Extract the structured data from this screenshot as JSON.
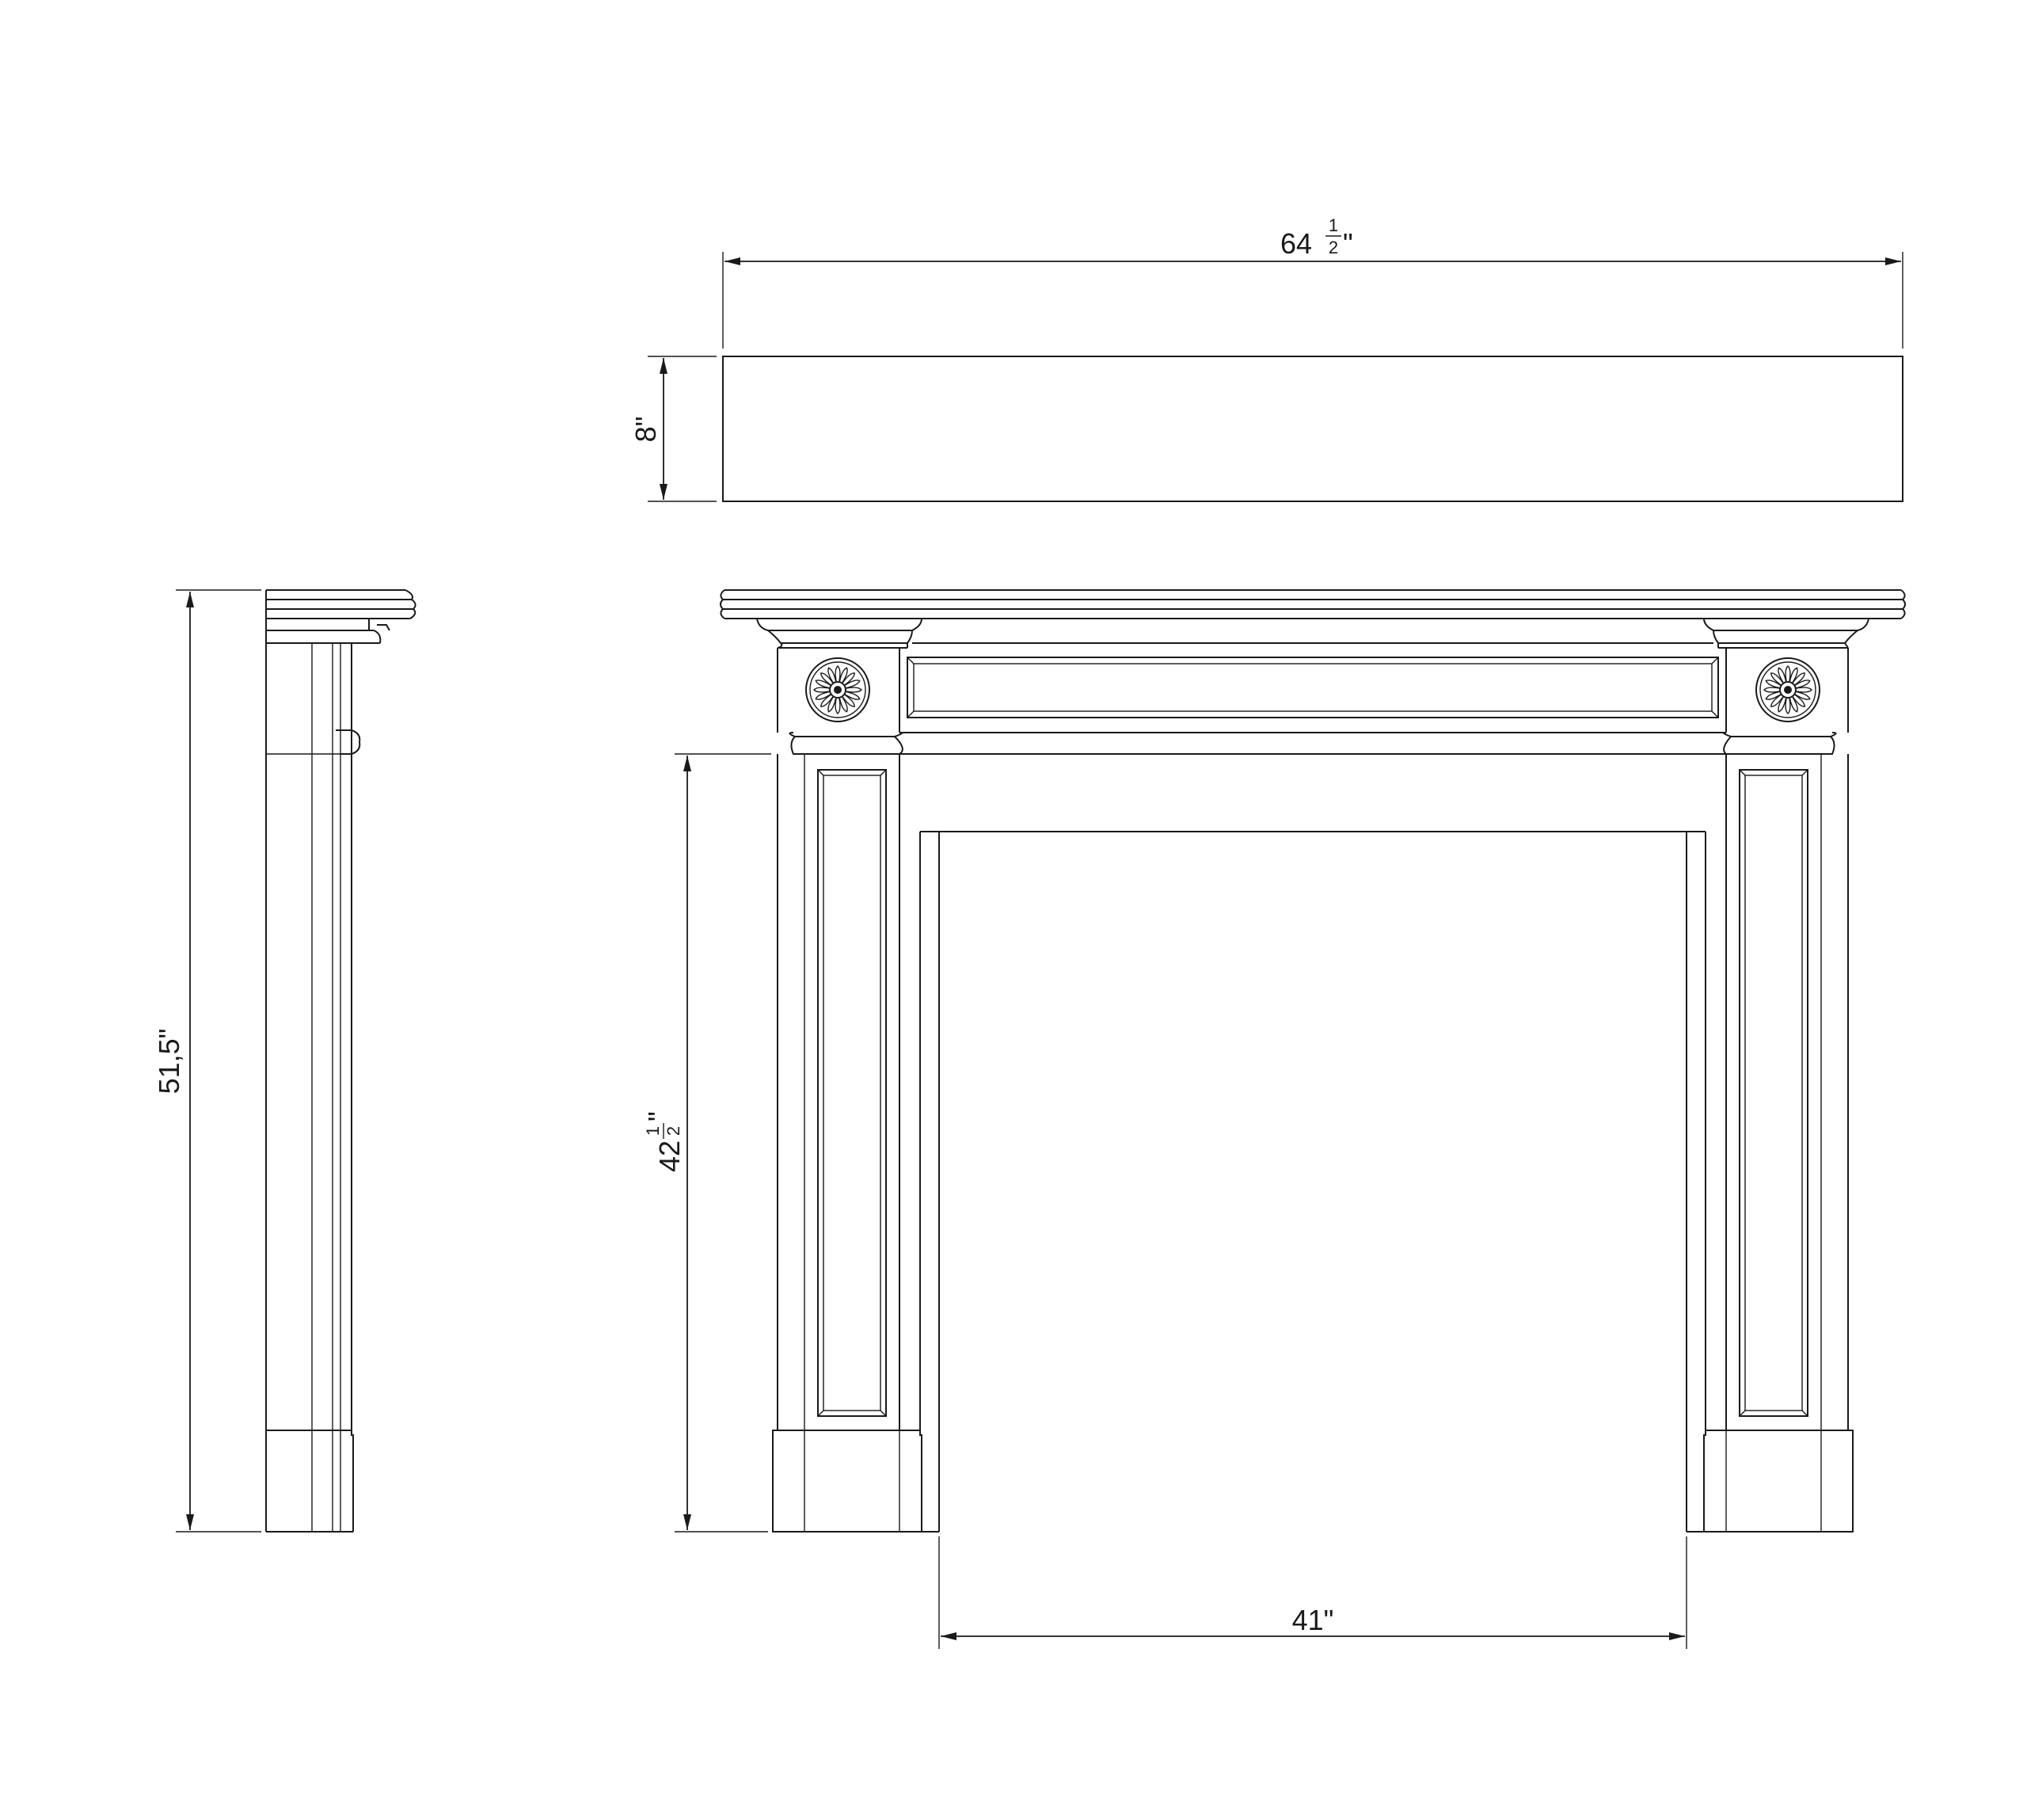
{
  "dimensions": {
    "overall_width": {
      "whole": "64",
      "fraction_num": "1",
      "fraction_den": "2",
      "unit": "\""
    },
    "shelf_height": {
      "text": "8\""
    },
    "overall_height": {
      "text": "51,5\""
    },
    "opening_height": {
      "whole": "42",
      "fraction_num": "1",
      "fraction_den": "2",
      "unit": "\""
    },
    "opening_width": {
      "text": "41\""
    }
  },
  "icons": {
    "rosette": "rosette-ornament-icon",
    "arrowhead": "arrowhead-icon"
  },
  "colors": {
    "line": "#1a1a1a",
    "paper": "#ffffff"
  }
}
